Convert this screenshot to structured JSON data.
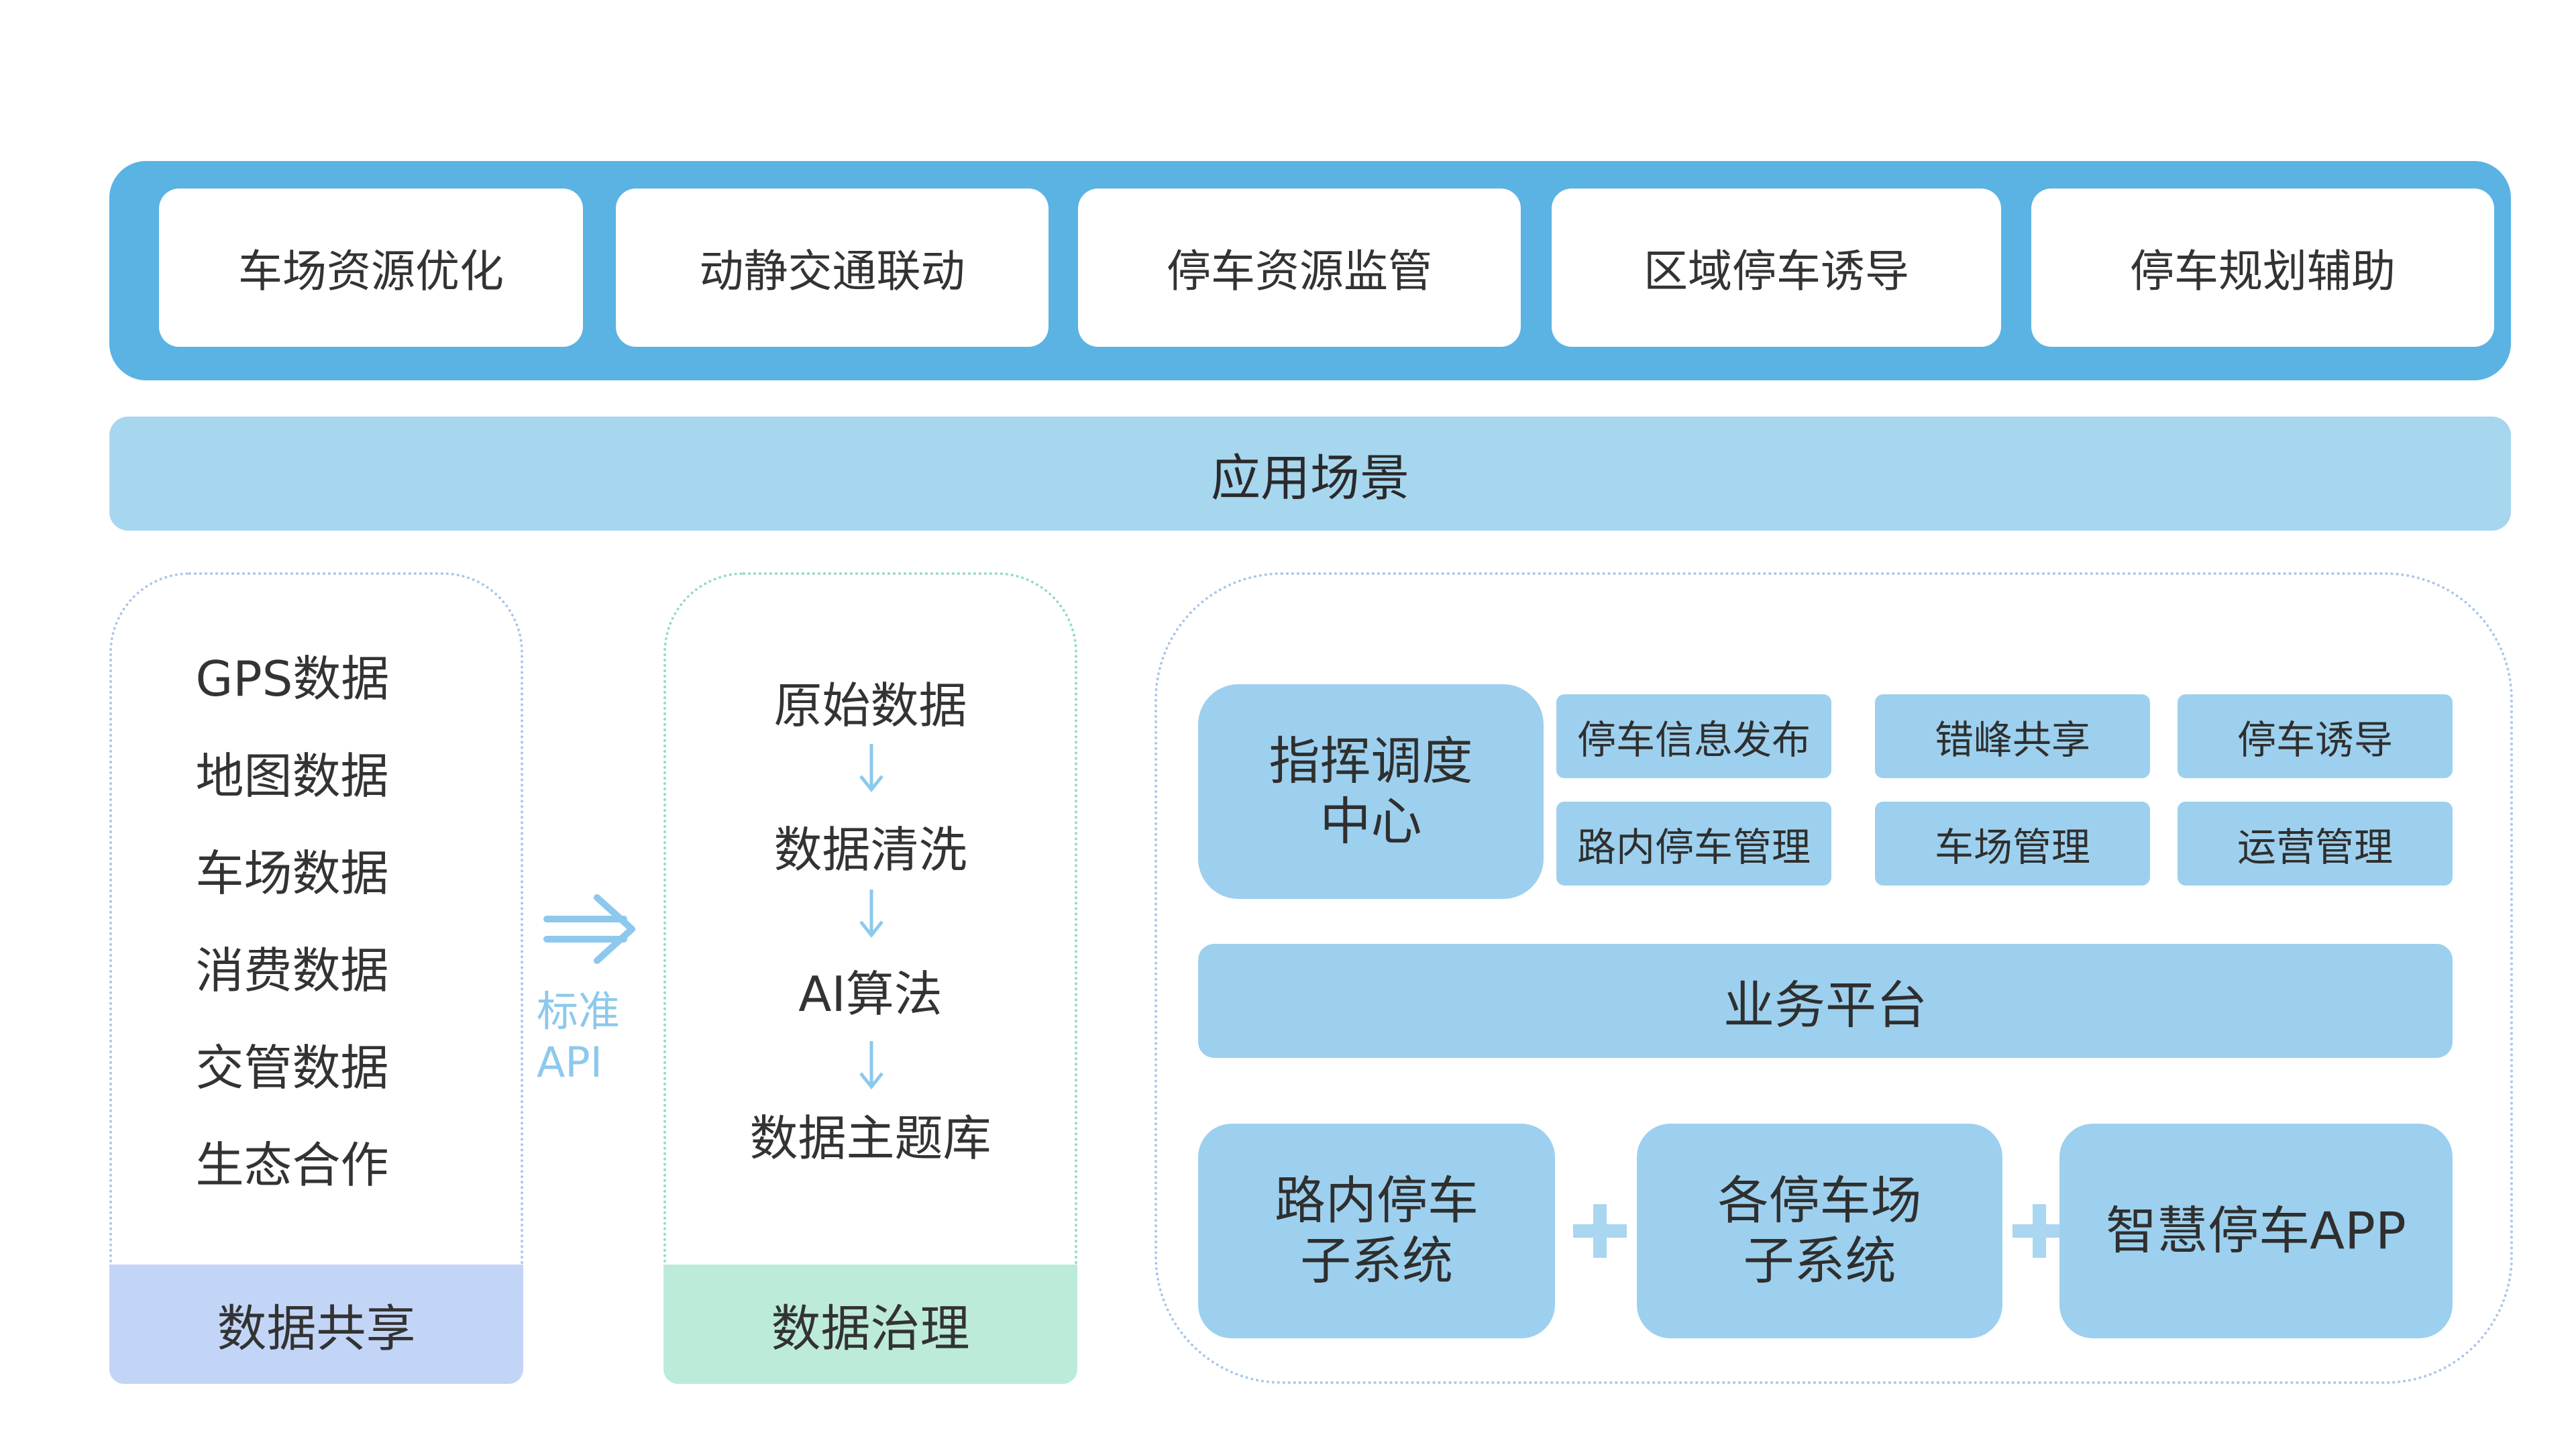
{
  "app_scenarios": [
    "车场资源优化",
    "动静交通联动",
    "停车资源监管",
    "区域停车诱导",
    "停车规划辅助"
  ],
  "scene_bar": "应用场景",
  "data_sources": [
    "GPS数据",
    "地图数据",
    "车场数据",
    "消费数据",
    "交管数据",
    "生态合作"
  ],
  "data_share": "数据共享",
  "api": {
    "line1": "标准",
    "line2": "API"
  },
  "governance_flow": [
    "原始数据",
    "数据清洗",
    "AI算法",
    "数据主题库"
  ],
  "data_governance": "数据治理",
  "command_center": {
    "line1": "指挥调度",
    "line2": "中心"
  },
  "services": [
    "停车信息发布",
    "错峰共享",
    "停车诱导",
    "路内停车管理",
    "车场管理",
    "运营管理"
  ],
  "business_platform": "业务平台",
  "subsystems": [
    {
      "line1": "路内停车",
      "line2": "子系统"
    },
    {
      "line1": "各停车场",
      "line2": "子系统"
    },
    {
      "line1": "智慧停车APP",
      "line2": ""
    }
  ],
  "colors": {
    "dark_blue": "#5ab3e3",
    "light_blue": "#a7d6ef",
    "box_blue": "#9dd0ee",
    "share_blue": "#c3d5f6",
    "gov_green": "#bdebd9"
  }
}
